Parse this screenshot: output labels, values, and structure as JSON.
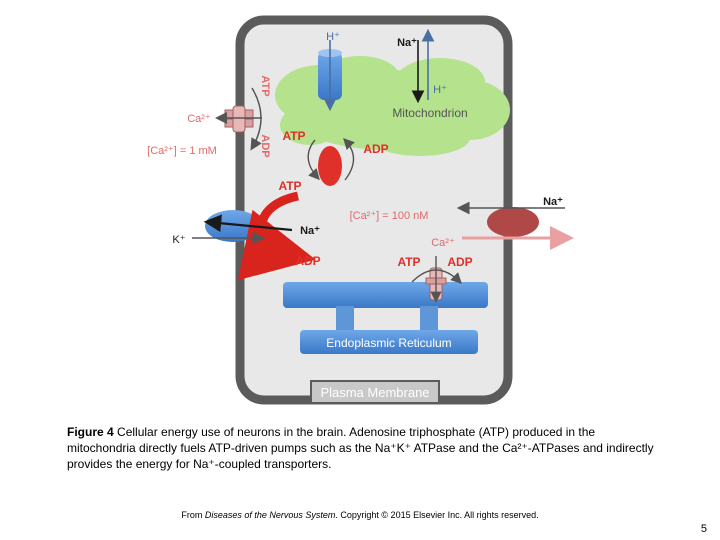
{
  "labels": {
    "h_plus_top": "H⁺",
    "na_plus_top": "Na⁺",
    "h_plus_right": "H⁺",
    "mitochondrion": "Mitochondrion",
    "atp_pump_left": "ATP",
    "adp_pump_left": "ADP",
    "ca_left": "Ca²⁺",
    "ca_out_conc": "[Ca²⁺] = 1 mM",
    "atp_mito": "ATP",
    "adp_mito": "ADP",
    "atp_nak": "ATP",
    "adp_nak": "ADP",
    "k_plus": "K⁺",
    "na_plus_nak": "Na⁺",
    "ca_in_conc": "[Ca²⁺] = 100 nM",
    "na_plus_right": "Na⁺",
    "ca_right": "Ca²⁺",
    "atp_er": "ATP",
    "adp_er": "ADP",
    "er": "Endoplasmic Reticulum",
    "plasma_membrane": "Plasma Membrane"
  },
  "caption": {
    "figure_label": "Figure 4",
    "text": "Cellular energy use of neurons in the brain. Adenosine triphosphate (ATP) produced in the mitochondria directly fuels ATP-driven pumps such as the Na⁺K⁺ ATPase and the Ca²⁺-ATPases and indirectly provides the energy for Na⁺-coupled transporters."
  },
  "source": {
    "prefix": "From ",
    "book": "Diseases of the Nervous System",
    "suffix": ". Copyright © 2015 Elsevier Inc. All rights reserved."
  },
  "page_number": "5",
  "colors": {
    "cell_border": "#5b5b5b",
    "cell_fill": "#e8e8e8",
    "mito_green": "#b5e28c",
    "pump_red": "#e0302a",
    "label_red": "#e06a6a",
    "channel_blue": "#4a90d9",
    "transporter_brown": "#b04848",
    "arrow_pink": "#e8a0a0"
  }
}
